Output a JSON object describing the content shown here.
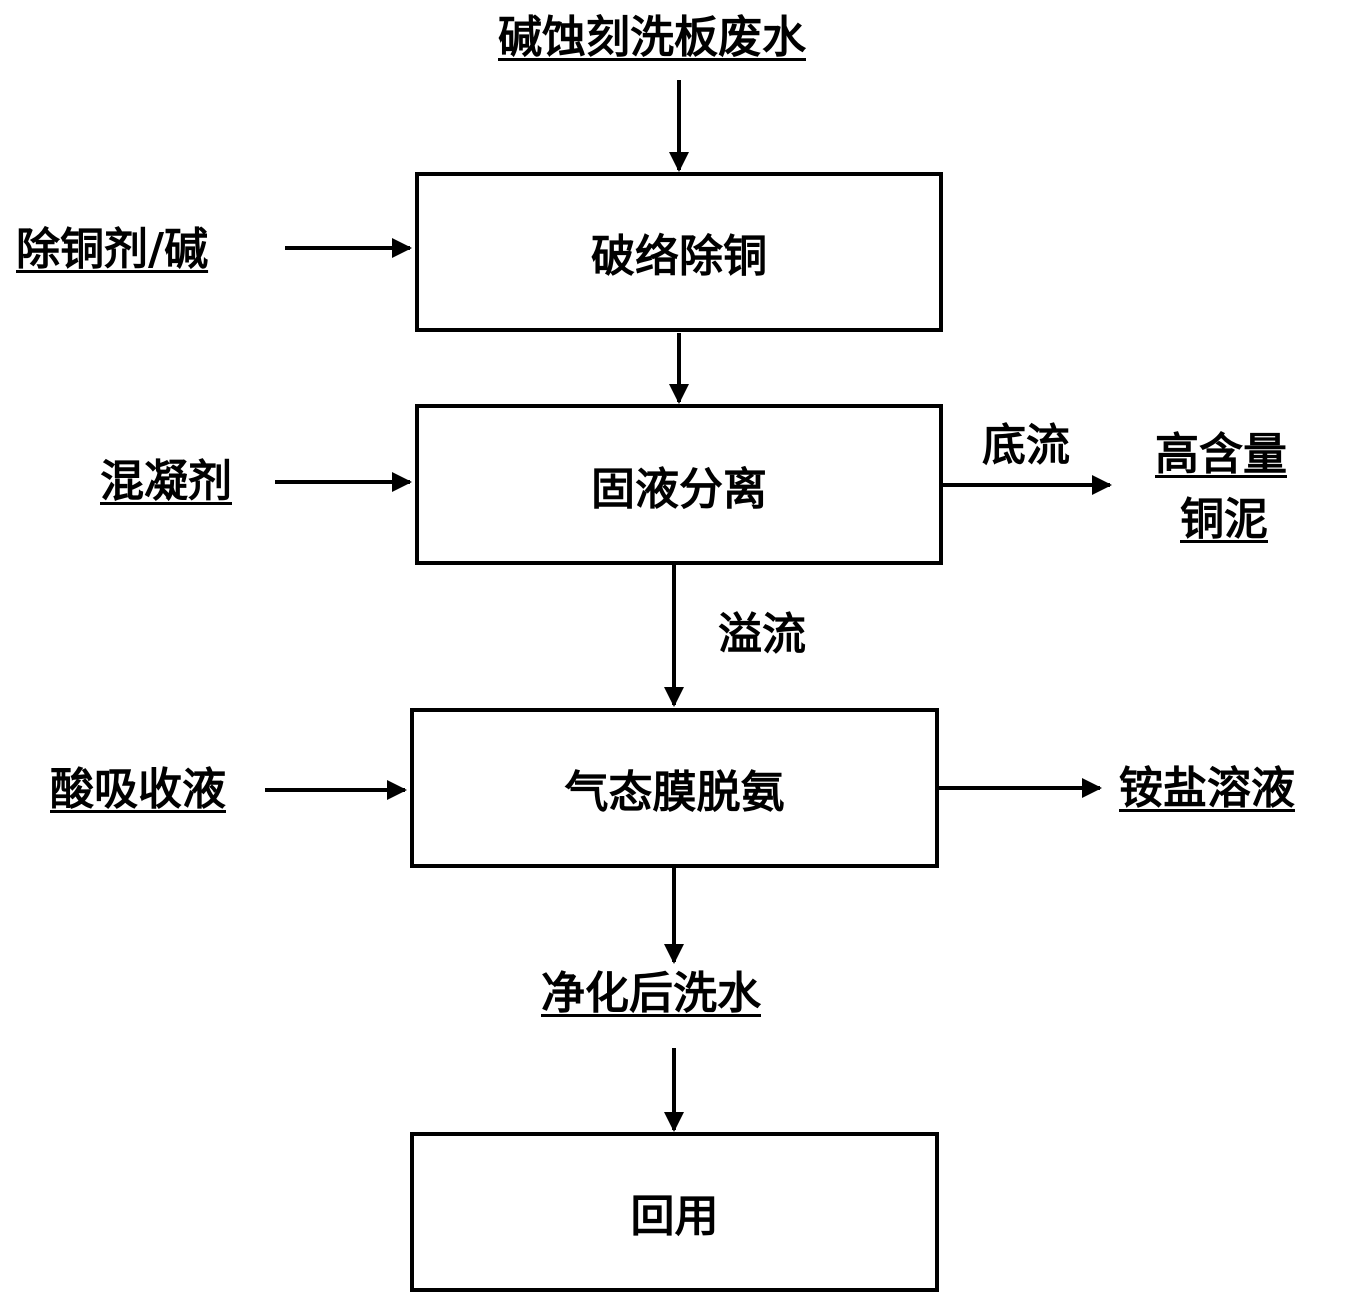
{
  "source": "碱蚀刻洗板废水",
  "steps": {
    "decomplex": "破络除铜",
    "separation": "固液分离",
    "membrane": "气态膜脱氨",
    "reuse": "回用"
  },
  "inputs": {
    "copper_agent": "除铜剂/碱",
    "coagulant": "混凝剂",
    "acid_absorbent": "酸吸收液"
  },
  "flows": {
    "underflow": "底流",
    "overflow": "溢流"
  },
  "outputs": {
    "copper_sludge_line1": "高含量",
    "copper_sludge_line2": "铜泥",
    "ammonium_solution": "铵盐溶液",
    "purified_water": "净化后洗水"
  }
}
